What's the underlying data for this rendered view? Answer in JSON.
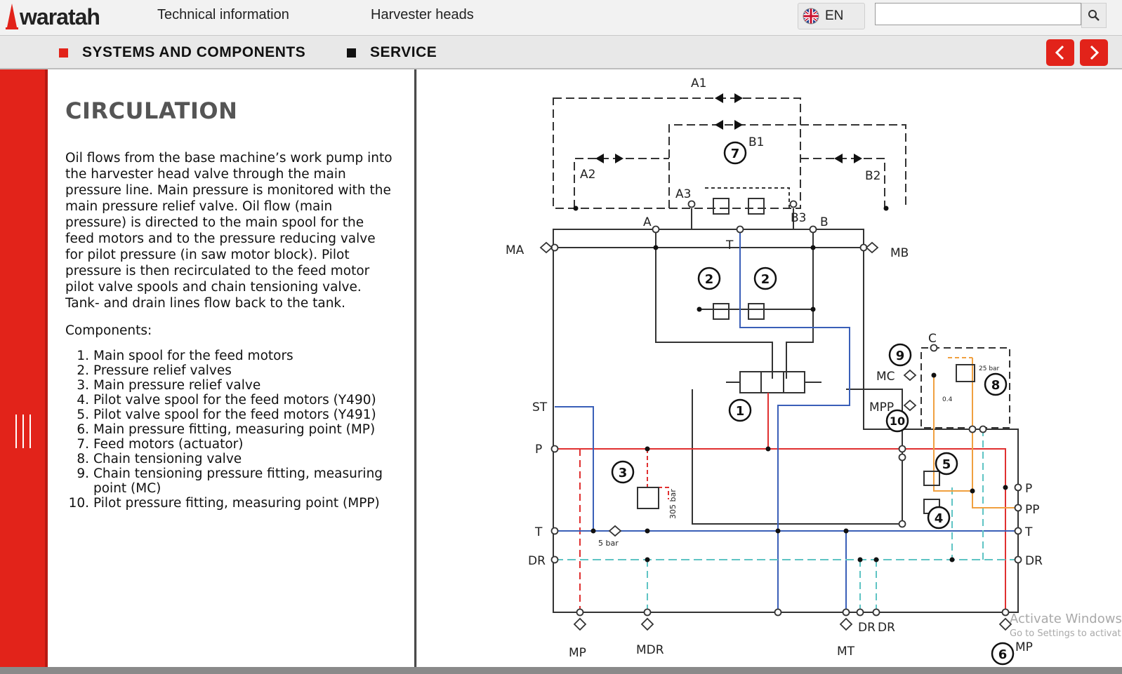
{
  "header": {
    "logo_text": "waratah",
    "nav": [
      "Technical information",
      "Harvester heads"
    ],
    "language": "EN",
    "search": {
      "value": "",
      "placeholder": ""
    }
  },
  "breadcrumb": {
    "items": [
      {
        "label": "SYSTEMS AND COMPONENTS",
        "marker_color": "#e2231a"
      },
      {
        "label": "SERVICE",
        "marker_color": "#111111"
      }
    ]
  },
  "content": {
    "title": "CIRCULATION",
    "paragraph": "Oil flows from the base machine’s work pump into the harvester head valve through the main pressure line. Main pressure is monitored with the main pressure relief valve. Oil flow (main pressure) is directed to the main spool for the feed motors and to the pressure reducing valve for pilot pressure (in saw motor block). Pilot pressure is then recirculated to the feed motor pilot valve spools and chain tensioning valve. Tank- and drain lines flow back to the tank.",
    "components_label": "Components:",
    "components": [
      "Main spool for the feed motors",
      "Pressure relief valves",
      "Main pressure relief valve",
      "Pilot valve spool for the feed motors (Y490)",
      "Pilot valve spool for the feed motors (Y491)",
      "Main pressure fitting, measuring point (MP)",
      "Feed motors (actuator)",
      "Chain tensioning valve",
      "Chain tensioning pressure fitting, measuring point (MC)",
      "Pilot pressure fitting, measuring point (MPP)"
    ]
  },
  "diagram": {
    "labels": {
      "A1": "A1",
      "A2": "A2",
      "A3": "A3",
      "B1": "B1",
      "B2": "B2",
      "B3": "B3",
      "A": "A",
      "B": "B",
      "T": "T",
      "MA": "MA",
      "MB": "MB",
      "C": "C",
      "MC": "MC",
      "MPP": "MPP",
      "ST": "ST",
      "P_left": "P",
      "T_left": "T",
      "DR_left": "DR",
      "P_right": "P",
      "PP_right": "PP",
      "T_right": "T",
      "DR_right": "DR",
      "MP_bottom": "MP",
      "MDR": "MDR",
      "MT": "MT",
      "DR1": "DR",
      "DR2": "DR",
      "MP_right": "MP",
      "bar305": "305 bar",
      "bar5": "5 bar",
      "bar25": "25 bar",
      "orifice": "0.4"
    },
    "callouts": [
      "1",
      "2",
      "2",
      "3",
      "4",
      "5",
      "6",
      "7",
      "8",
      "9",
      "10"
    ],
    "line_colors": {
      "pressure": "#e03030",
      "tank": "#3a5fb8",
      "pilot": "#f0a040",
      "drain": "#5fc4c4",
      "frame": "#333333"
    }
  },
  "watermark": {
    "line1": "Activate Windows",
    "line2": "Go to Settings to activat"
  }
}
